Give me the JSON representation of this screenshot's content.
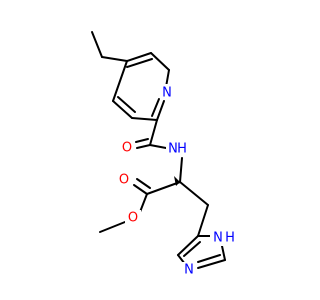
{
  "molecule": {
    "colors": {
      "N": "#0000ff",
      "O": "#ff0000",
      "C": "#000000"
    },
    "labels": {
      "n_pyridine": "N",
      "o_amide": "O",
      "nh_amide": "N",
      "h_amide": "H",
      "o_ester_carbonyl": "O",
      "o_ester": "O",
      "n_imidazole_ring": "N",
      "nh_imidazole": "N",
      "h_imidazole": "H"
    }
  }
}
